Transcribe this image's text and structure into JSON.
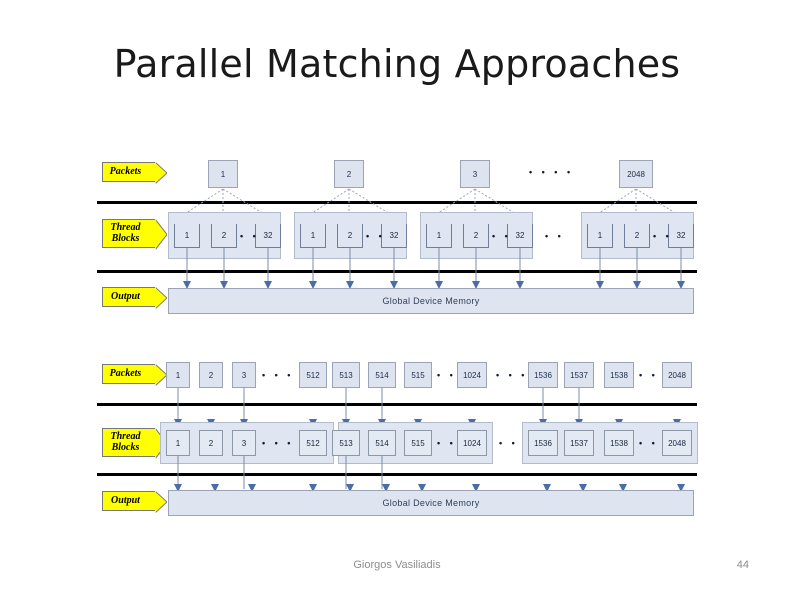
{
  "slide": {
    "title": "Parallel Matching Approaches",
    "footer": {
      "author": "Giorgos Vasiliadis",
      "page": "44"
    }
  },
  "colors": {
    "label_fill": "#ffff00",
    "box_fill": "#dde4f0",
    "group_fill": "#dfe6f2",
    "memory_fill": "#dee5f1",
    "arrow": "#4a6da7",
    "rule": "#000000",
    "title_text": "#1a1a1a",
    "footer_text": "#8d8d8d"
  },
  "labels": {
    "packets": "Packets",
    "thread_line1": "Thread",
    "thread_line2": "Blocks",
    "output": "Output",
    "memory": "Global Device Memory"
  },
  "diagram_top": {
    "name": "packet-per-block",
    "packets": [
      "1",
      "2",
      "3",
      "2048"
    ],
    "packet_gap_dots": "• • • •",
    "block_dots": "• •",
    "thread_groups": [
      {
        "threads": [
          "1",
          "2",
          "32"
        ],
        "inner_dots": "• •"
      },
      {
        "threads": [
          "1",
          "2",
          "32"
        ],
        "inner_dots": "• •"
      },
      {
        "threads": [
          "1",
          "2",
          "32"
        ],
        "inner_dots": "• •"
      },
      {
        "threads": [
          "1",
          "2",
          "32"
        ],
        "inner_dots": "• •"
      }
    ],
    "memory": "Global Device Memory"
  },
  "diagram_bottom": {
    "name": "packet-per-thread",
    "groups": [
      {
        "cells": [
          "1",
          "2",
          "3",
          "512"
        ],
        "dots_after_index": 2,
        "dots": "• • •"
      },
      {
        "cells": [
          "513",
          "514",
          "515",
          "1024"
        ],
        "dots_after_index": 2,
        "dots": "• • •"
      },
      {
        "cells": [
          "1536",
          "1537",
          "1538",
          "2048"
        ],
        "dots_after_index": 2,
        "dots": "• • •"
      }
    ],
    "group_gap_dots": "• • •",
    "block_gap_dots": "• •",
    "memory": "Global Device Memory"
  }
}
